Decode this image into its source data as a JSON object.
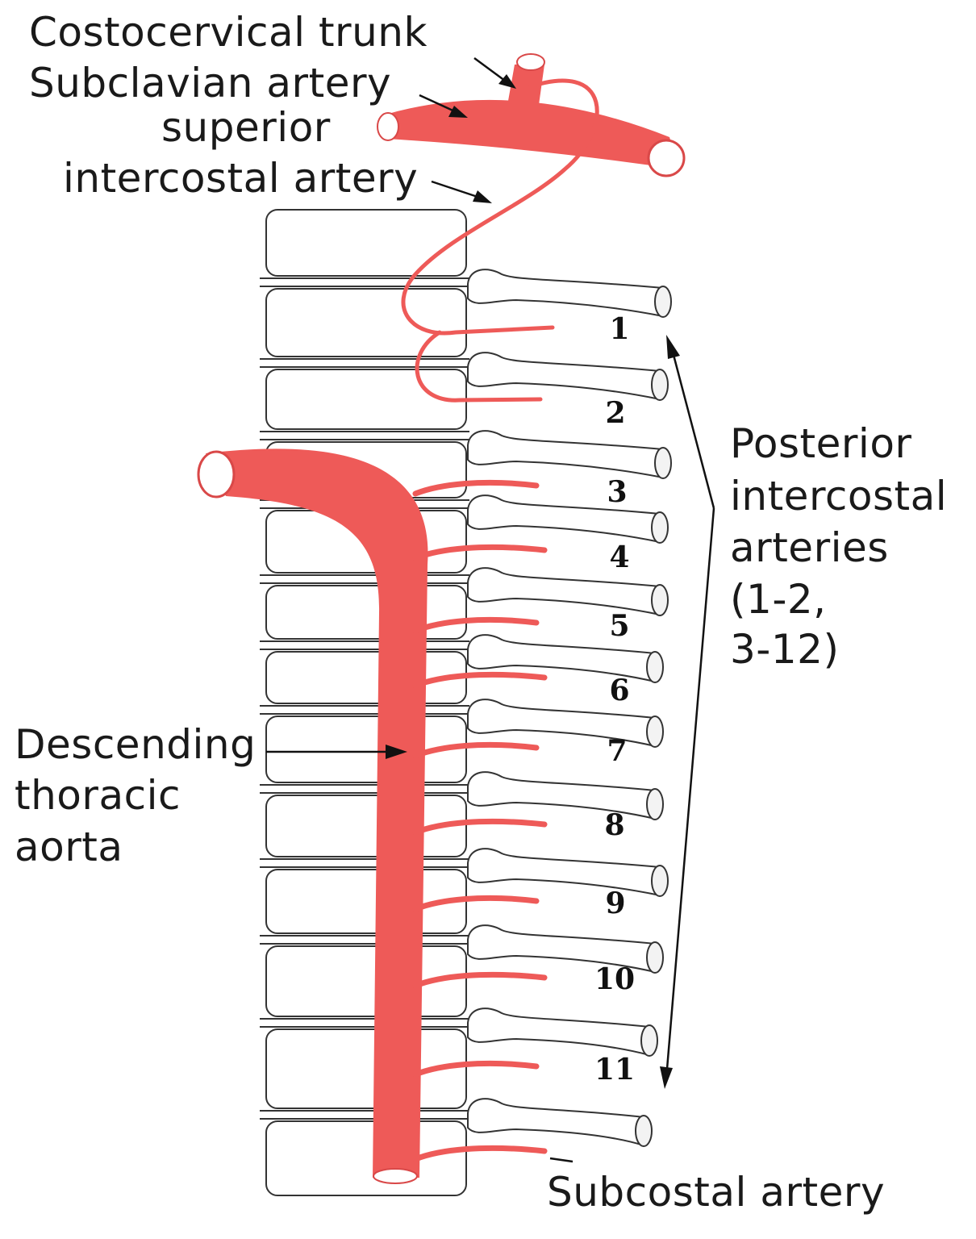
{
  "colors": {
    "artery": "#ee5a58",
    "artery_dark": "#d94848",
    "outline": "#333333"
  },
  "labels": {
    "costocervical": "Costocervical trunk",
    "subclavian": "Subclavian artery",
    "superior_1": "superior",
    "superior_2": "intercostal artery",
    "posterior_1": "Posterior",
    "posterior_2": "intercostal",
    "posterior_3": "arteries",
    "posterior_4": "(1-2,",
    "posterior_5": "3-12)",
    "descending_1": "Descending",
    "descending_2": "thoracic",
    "descending_3": "aorta",
    "subcostal": "Subcostal artery"
  },
  "rib_numbers": [
    "1",
    "2",
    "3",
    "4",
    "5",
    "6",
    "7",
    "8",
    "9",
    "10",
    "11"
  ]
}
